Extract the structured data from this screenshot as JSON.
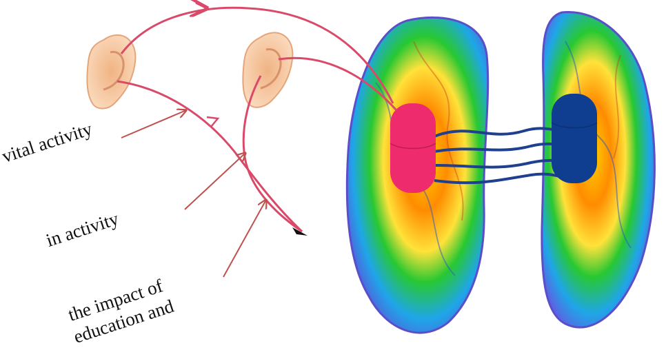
{
  "labels": {
    "vital": "vital activity",
    "in": "in activity",
    "impact_line1": "the impact of",
    "impact_line2": "education and"
  },
  "colors": {
    "pathway": "#d94a6a",
    "arrow": "#c0504d",
    "left_node": "#ee2b6c",
    "right_node": "#0f3d8f",
    "connector": "#1f3f8f",
    "ear": "#f6c9a0"
  },
  "icons": {
    "ear_1": "ear-icon",
    "ear_2": "ear-icon",
    "brain_left": "brain-hemisphere-left",
    "brain_right": "brain-hemisphere-right"
  }
}
